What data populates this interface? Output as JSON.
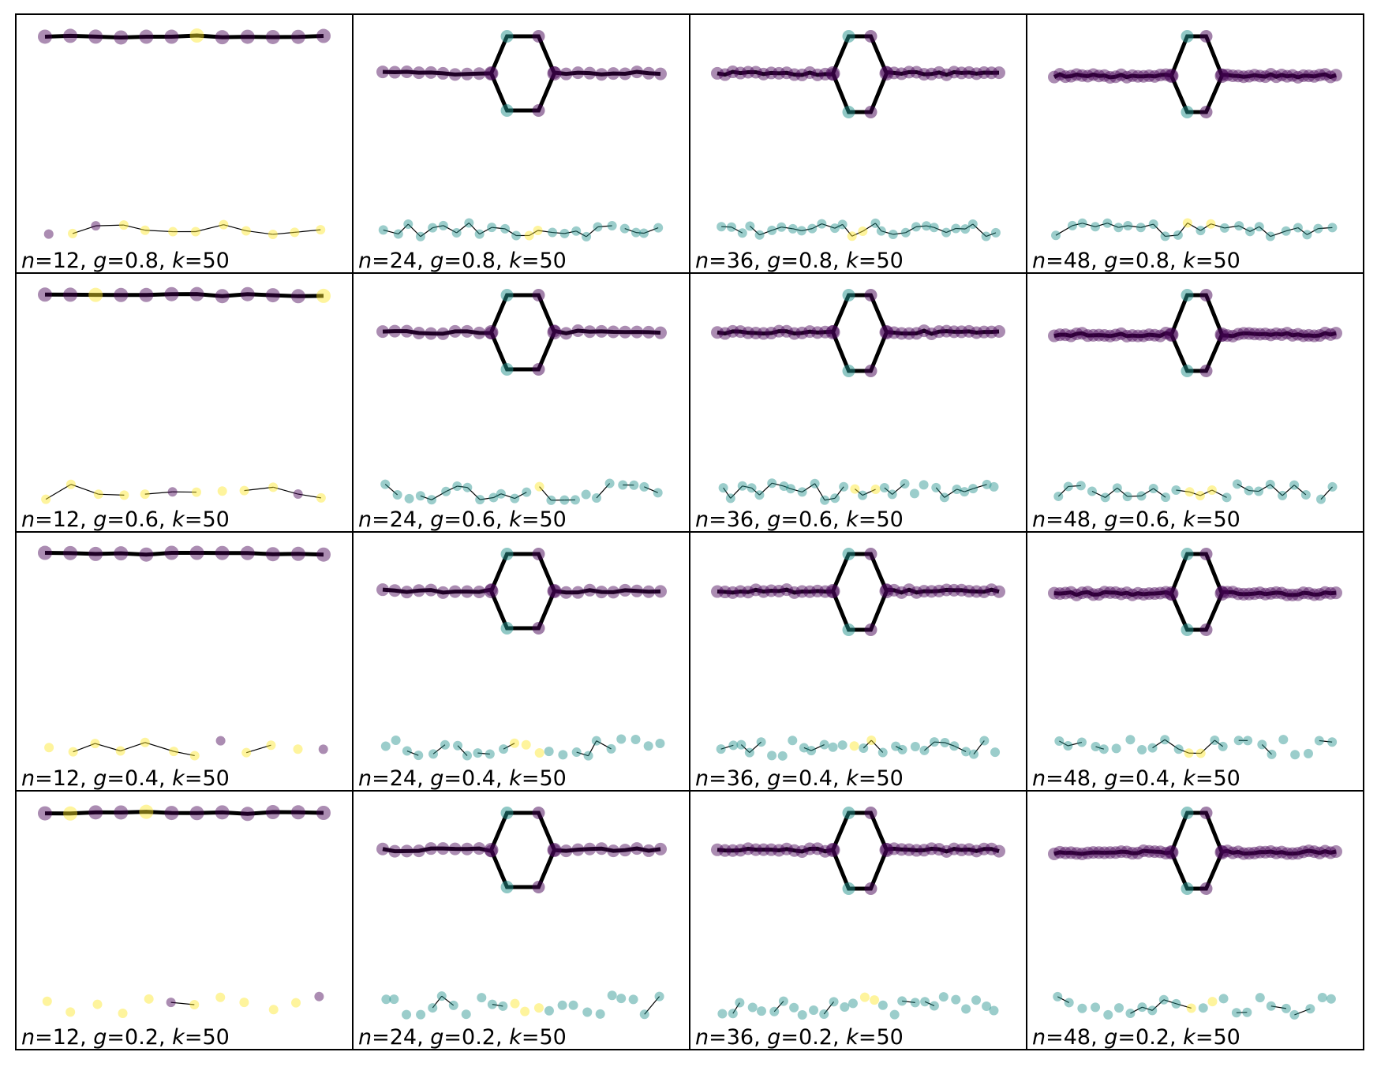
{
  "colors": {
    "dark": "#440154",
    "teal": "#21918c",
    "yellow": "#fde725",
    "line": "#000000",
    "border": "#000000"
  },
  "grid": {
    "columns_n": [
      12,
      24,
      36,
      48
    ],
    "rows_g": [
      0.8,
      0.6,
      0.4,
      0.2
    ],
    "k": 50
  },
  "panels": [
    {
      "id": "r0c0",
      "n": "12",
      "g": "0.8",
      "k": "50"
    },
    {
      "id": "r0c1",
      "n": "24",
      "g": "0.8",
      "k": "50"
    },
    {
      "id": "r0c2",
      "n": "36",
      "g": "0.8",
      "k": "50"
    },
    {
      "id": "r0c3",
      "n": "48",
      "g": "0.8",
      "k": "50"
    },
    {
      "id": "r1c0",
      "n": "12",
      "g": "0.6",
      "k": "50"
    },
    {
      "id": "r1c1",
      "n": "24",
      "g": "0.6",
      "k": "50"
    },
    {
      "id": "r1c2",
      "n": "36",
      "g": "0.6",
      "k": "50"
    },
    {
      "id": "r1c3",
      "n": "48",
      "g": "0.6",
      "k": "50"
    },
    {
      "id": "r2c0",
      "n": "12",
      "g": "0.4",
      "k": "50"
    },
    {
      "id": "r2c1",
      "n": "24",
      "g": "0.4",
      "k": "50"
    },
    {
      "id": "r2c2",
      "n": "36",
      "g": "0.4",
      "k": "50"
    },
    {
      "id": "r2c3",
      "n": "48",
      "g": "0.4",
      "k": "50"
    },
    {
      "id": "r3c0",
      "n": "12",
      "g": "0.2",
      "k": "50"
    },
    {
      "id": "r3c1",
      "n": "24",
      "g": "0.2",
      "k": "50"
    },
    {
      "id": "r3c2",
      "n": "36",
      "g": "0.2",
      "k": "50"
    },
    {
      "id": "r3c3",
      "n": "48",
      "g": "0.2",
      "k": "50"
    }
  ]
}
